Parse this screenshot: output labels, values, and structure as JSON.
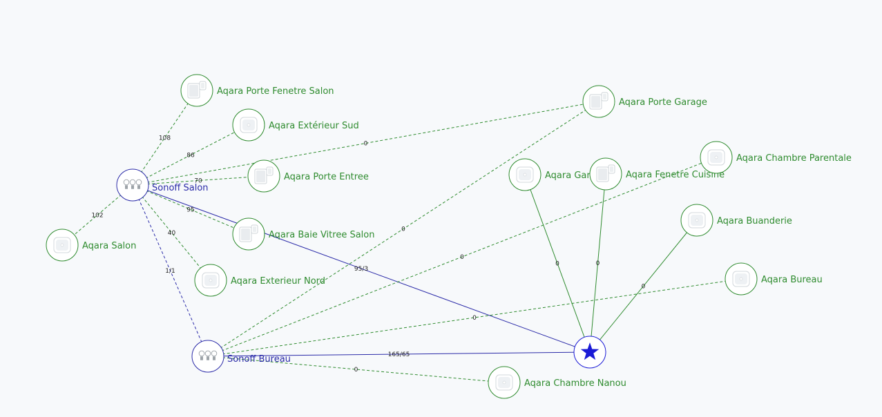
{
  "colors": {
    "background": "#f7f9fb",
    "coordinator": "#1a1ad6",
    "router": "#2a2aa8",
    "end_device": "#2e8b2e",
    "router_link": "#2a2aa8",
    "device_link": "#2e8b2e"
  },
  "nodes": [
    {
      "id": "coordinator",
      "label": "",
      "type": "coordinator",
      "icon": "star-icon"
    },
    {
      "id": "sonoff_salon",
      "label": "Sonoff Salon",
      "type": "router",
      "icon": "bulbs-icon"
    },
    {
      "id": "sonoff_bureau",
      "label": "Sonoff Bureau",
      "type": "router",
      "icon": "bulbs-icon"
    },
    {
      "id": "porte_fenetre_salon",
      "label": "Aqara Porte Fenetre Salon",
      "type": "end_device",
      "icon": "door-sensor-icon"
    },
    {
      "id": "exterieur_sud",
      "label": "Aqara Extérieur Sud",
      "type": "end_device",
      "icon": "temp-sensor-icon"
    },
    {
      "id": "porte_entree",
      "label": "Aqara Porte Entree",
      "type": "end_device",
      "icon": "door-sensor-icon"
    },
    {
      "id": "salon",
      "label": "Aqara Salon",
      "type": "end_device",
      "icon": "temp-sensor-icon"
    },
    {
      "id": "baie_vitree",
      "label": "Aqara Baie Vitree Salon",
      "type": "end_device",
      "icon": "door-sensor-icon"
    },
    {
      "id": "exterieur_nord",
      "label": "Aqara Exterieur Nord",
      "type": "end_device",
      "icon": "temp-sensor-icon"
    },
    {
      "id": "porte_garage",
      "label": "Aqara Porte Garage",
      "type": "end_device",
      "icon": "door-sensor-icon"
    },
    {
      "id": "garage",
      "label": "Aqara Garage",
      "type": "end_device",
      "icon": "temp-sensor-icon"
    },
    {
      "id": "fenetre_cuisine",
      "label": "Aqara Fenetre Cuisine",
      "type": "end_device",
      "icon": "door-sensor-icon"
    },
    {
      "id": "chambre_parentale",
      "label": "Aqara Chambre Parentale",
      "type": "end_device",
      "icon": "temp-sensor-icon"
    },
    {
      "id": "buanderie",
      "label": "Aqara Buanderie",
      "type": "end_device",
      "icon": "temp-sensor-icon"
    },
    {
      "id": "bureau",
      "label": "Aqara Bureau",
      "type": "end_device",
      "icon": "temp-sensor-icon"
    },
    {
      "id": "chambre_nanou",
      "label": "Aqara Chambre Nanou",
      "type": "end_device",
      "icon": "temp-sensor-icon"
    }
  ],
  "edges": [
    {
      "from": "sonoff_salon",
      "to": "porte_fenetre_salon",
      "label": "108",
      "style": "dashed",
      "kind": "device"
    },
    {
      "from": "sonoff_salon",
      "to": "exterieur_sud",
      "label": "86",
      "style": "dashed",
      "kind": "device"
    },
    {
      "from": "sonoff_salon",
      "to": "porte_entree",
      "label": "70",
      "style": "dashed",
      "kind": "device"
    },
    {
      "from": "sonoff_salon",
      "to": "porte_garage",
      "label": "0",
      "style": "dashed",
      "kind": "device"
    },
    {
      "from": "sonoff_salon",
      "to": "salon",
      "label": "102",
      "style": "dashed",
      "kind": "device"
    },
    {
      "from": "sonoff_salon",
      "to": "baie_vitree",
      "label": "95",
      "style": "dashed",
      "kind": "device"
    },
    {
      "from": "sonoff_salon",
      "to": "exterieur_nord",
      "label": "40",
      "style": "dashed",
      "kind": "device"
    },
    {
      "from": "sonoff_salon",
      "to": "sonoff_bureau",
      "label": "1/1",
      "style": "dashed",
      "kind": "router"
    },
    {
      "from": "sonoff_salon",
      "to": "coordinator",
      "label": "95/3",
      "style": "solid",
      "kind": "router"
    },
    {
      "from": "sonoff_bureau",
      "to": "coordinator",
      "label": "165/65",
      "style": "solid",
      "kind": "router"
    },
    {
      "from": "sonoff_bureau",
      "to": "porte_garage",
      "label": "0",
      "style": "dashed",
      "kind": "device"
    },
    {
      "from": "sonoff_bureau",
      "to": "chambre_parentale",
      "label": "0",
      "style": "dashed",
      "kind": "device"
    },
    {
      "from": "sonoff_bureau",
      "to": "bureau",
      "label": "0",
      "style": "dashed",
      "kind": "device"
    },
    {
      "from": "sonoff_bureau",
      "to": "chambre_nanou",
      "label": "0",
      "style": "dashed",
      "kind": "device"
    },
    {
      "from": "coordinator",
      "to": "garage",
      "label": "0",
      "style": "solid",
      "kind": "device"
    },
    {
      "from": "coordinator",
      "to": "fenetre_cuisine",
      "label": "0",
      "style": "solid",
      "kind": "device"
    },
    {
      "from": "coordinator",
      "to": "buanderie",
      "label": "0",
      "style": "solid",
      "kind": "device"
    }
  ]
}
